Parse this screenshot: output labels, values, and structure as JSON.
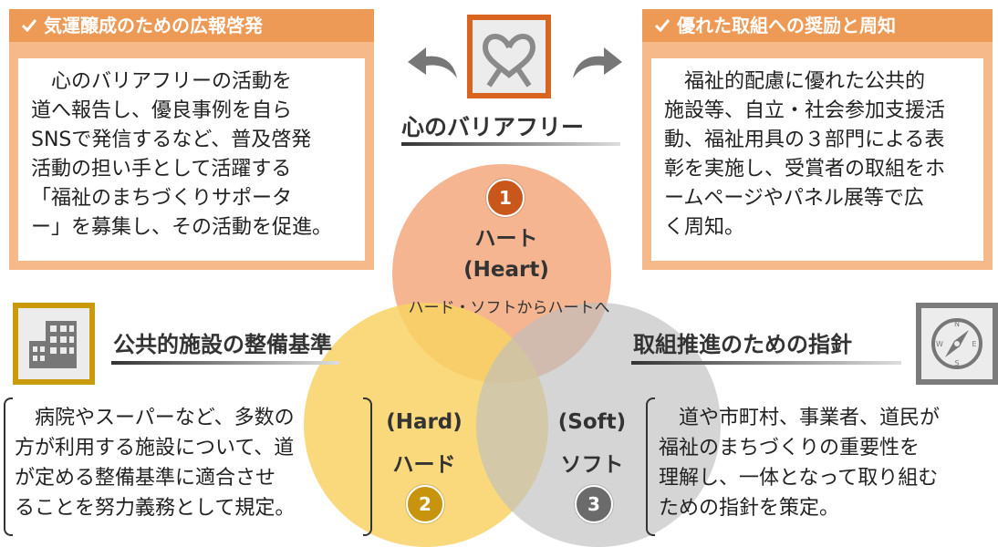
{
  "left_box": {
    "header": "気運醸成のための広報啓発",
    "lines": [
      "　心のバリアフリーの活動を",
      "道へ報告し、優良事例を自ら",
      "SNSで発信するなど、普及啓発",
      "活動の担い手として活躍する",
      "「福祉のまちづくりサポータ",
      "ー」を募集し、その活動を促進。"
    ]
  },
  "right_box": {
    "header": "優れた取組への奨励と周知",
    "lines": [
      "　福祉的配慮に優れた公共的",
      "施設等、自立・社会参加支援活",
      "動、福祉用具の３部門による表",
      "彰を実施し、受賞者の取組をホ",
      "ームページやパネル展等で広",
      "く周知。"
    ]
  },
  "center": {
    "title": "心のバリアフリー",
    "subtitle": "ハード・ソフトからハートへ"
  },
  "heart": {
    "number": "1",
    "label": "ハート",
    "label_en": "(Heart)"
  },
  "hard": {
    "number": "2",
    "label": "ハード",
    "label_en": "(Hard)"
  },
  "soft": {
    "number": "3",
    "label": "ソフト",
    "label_en": "(Soft)"
  },
  "left_section": {
    "title": "公共的施設の整備基準",
    "lines": [
      "　病院やスーパーなど、多数の",
      "方が利用する施設について、道",
      "が定める整備基準に適合させ",
      "ることを努力義務として規定。"
    ]
  },
  "right_section": {
    "title": "取組推進のための指針",
    "lines": [
      "　道や市町村、事業者、道民が",
      "福祉のまちづくりの重要性を",
      "理解し、一体となって取り組む",
      "ための指針を策定。"
    ]
  },
  "icons": {
    "heart_ribbon": "heart-ribbon-icon",
    "building": "building-icon",
    "compass": "compass-icon",
    "arrow_left": "curved-arrow-left-icon",
    "arrow_right": "curved-arrow-right-icon",
    "check": "check-icon",
    "compass_letters": [
      "N",
      "W",
      "E",
      "S"
    ]
  },
  "colors": {
    "header_orange": "#ee9a57",
    "box_orange": "#f5b98a",
    "heart_circle": "#f3b38f",
    "hard_circle": "#f8d877",
    "soft_circle": "#cfcfcf",
    "heart_number": "#c9571c",
    "hard_number": "#c8940e",
    "soft_number": "#6b6b6b",
    "ribbon_bg": "#d9641f",
    "building_bg": "#c99a0c",
    "compass_bg": "#7b7b7b"
  }
}
